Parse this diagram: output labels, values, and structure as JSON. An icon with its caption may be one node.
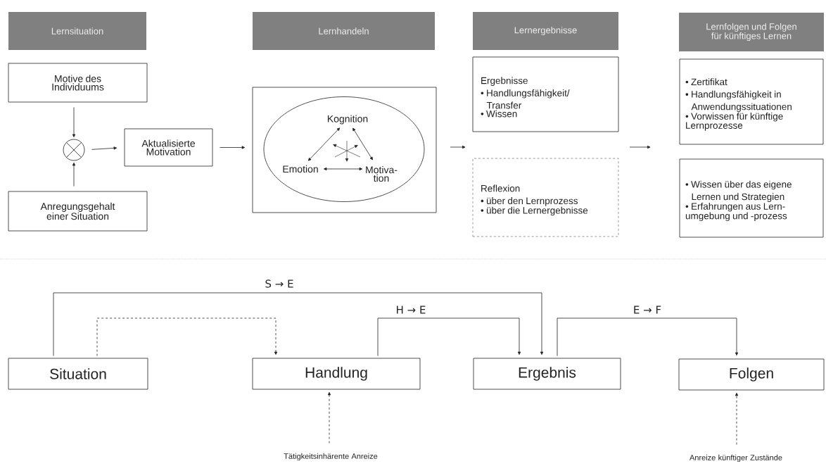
{
  "diagram": {
    "nodes": [
      {
        "text": [
          "Lernsituation"
        ]
      },
      {
        "text": [
          "Lernhandeln"
        ]
      },
      {
        "text": [
          "Lernergebnisse"
        ]
      },
      {
        "text": [
          "Lernfolgen und Folgen für künftiges Lernen"
        ]
      },
      {
        "text": [
          "Motive des Individuums"
        ]
      },
      {
        "text": [],
        "shape": "circle"
      },
      {
        "text": [
          "Anregungsgehalt einer Situation"
        ]
      },
      {
        "text": [
          "Aktualisierte Motivation"
        ]
      },
      {
        "text": [],
        "shape": "box"
      },
      {
        "text": [],
        "shape": "ellipse",
        "in": 8
      },
      {
        "text": [
          "Kognition"
        ],
        "in": 9
      },
      {
        "text": [
          "Emotion"
        ],
        "in": 9
      },
      {
        "text": [
          "Motiva- tion"
        ],
        "in": 9
      },
      {
        "text": [
          "Ergebnisse",
          "• Handlungsfähigkeit/ Transfer",
          "• Wissen"
        ]
      },
      {
        "text": [
          "Reflexion",
          "• über den Lernprozess",
          "• über die Lernergebnisse"
        ]
      },
      {
        "text": [
          "• Zertifikat",
          "• Handlungsfähigkeit in Anwendungssituationen",
          "• Vorwissen für künftige Lernprozesse"
        ]
      },
      {
        "text": [
          "• Wissen über das eigene Lernen und Strategien",
          "• Erfahrungen aus Lern- umgebung und -prozess"
        ]
      },
      {
        "text": [
          "Situation"
        ]
      },
      {
        "text": [
          "Handlung"
        ]
      },
      {
        "text": [
          "Ergebnis"
        ]
      },
      {
        "text": [
          "Folgen"
        ]
      },
      {
        "text": [
          "Tätigkeitsinhärente Anreize"
        ]
      },
      {
        "text": [
          "Anreize künftiger Zustände"
        ]
      }
    ],
    "edges": [
      {
        "from": 4,
        "to": 5,
        "arrow": "to"
      },
      {
        "from": 6,
        "to": 5,
        "arrow": "to"
      },
      {
        "from": 5,
        "to": 7,
        "arrow": "to"
      },
      {
        "from": 7,
        "to": 8,
        "arrow": "to"
      },
      {
        "from": 10,
        "to": 11,
        "arrow": "both"
      },
      {
        "from": 10,
        "to": 12,
        "arrow": "both"
      },
      {
        "from": 11,
        "to": 12,
        "arrow": "both"
      },
      {
        "from": 17,
        "to": 19,
        "arrow": "to",
        "label": "S → E"
      },
      {
        "from": 17,
        "to": 18,
        "arrow": "to",
        "style": "dashed"
      },
      {
        "from": 18,
        "to": 19,
        "arrow": "to",
        "label": "H → E"
      },
      {
        "from": 19,
        "to": 20,
        "arrow": "to",
        "label": "E → F"
      },
      {
        "from": 21,
        "to": 18,
        "arrow": "to",
        "style": "dashed"
      },
      {
        "from": 22,
        "to": 20,
        "arrow": "to",
        "style": "dashed"
      }
    ]
  }
}
